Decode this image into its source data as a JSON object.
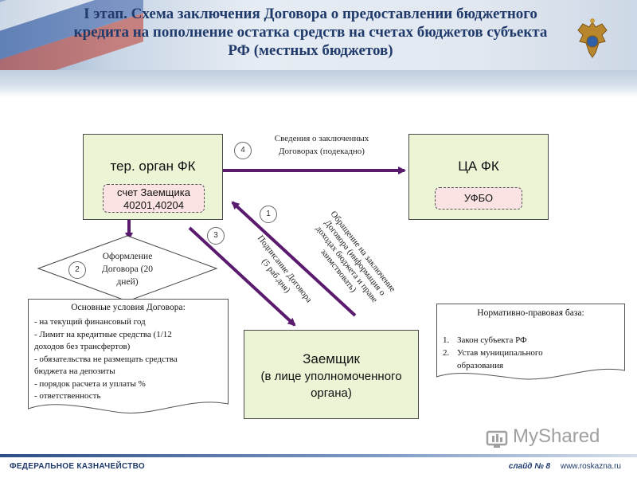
{
  "title_lines": [
    "I этап. Схема заключения Договора о предоставлении бюджетного",
    "кредита на пополнение остатка средств на счетах бюджетов субъекта",
    "РФ (местных бюджетов)"
  ],
  "emblem_icon": "double-headed-eagle-emblem",
  "nodes": {
    "ter_organ": {
      "title": "тер. орган ФК",
      "tag_line1": "счет Заемщика",
      "tag_line2": "40201,40204"
    },
    "ca_fk": {
      "title": "ЦА ФК",
      "tag": "УФБО"
    },
    "borrower": {
      "line1": "Заемщик",
      "line2": "(в лице уполномоченного",
      "line3": "органа)"
    },
    "diamond": {
      "number": "2",
      "line1": "Оформление",
      "line2": "Договора (20",
      "line3": "дней)"
    }
  },
  "arrows": {
    "step4": {
      "number": "4",
      "line1": "Сведения о заключенных",
      "line2": "Договорах (подекадно)"
    },
    "step1": {
      "number": "1",
      "line1": "Обращение на заключение",
      "line2": "Договора (информация о",
      "line3": "доходах бюджета и праве",
      "line4": "заимствовать)"
    },
    "step3": {
      "number": "3",
      "line1": "Подписание Договора",
      "line2": "(5 раб.дня)"
    }
  },
  "conditions": {
    "title": "Основные условия Договора:",
    "items": [
      "- на текущий финансовый год",
      "- Лимит на кредитные средства (1/12",
      "доходов без трансфертов)",
      "- обязательства не размещать средства",
      "бюджета на депозиты",
      "- порядок расчета и уплаты %",
      "- ответственность"
    ]
  },
  "legal": {
    "title": "Нормативно-правовая база:",
    "items": [
      {
        "num": "1.",
        "text": "Закон субъекта РФ"
      },
      {
        "num": "2.",
        "text": "Устав муниципального"
      },
      {
        "num": "",
        "text": "образования"
      }
    ]
  },
  "footer": {
    "left": "ФЕДЕРАЛЬНОЕ КАЗНАЧЕЙСТВО",
    "slide": "слайд № 8",
    "url": "www.roskazna.ru"
  },
  "watermark": "MyShared",
  "colors": {
    "arrow": "#5a1a6e",
    "box_fill": "#ebf5d6",
    "tag_fill": "#fbe3e3",
    "title": "#1f3a6b"
  }
}
